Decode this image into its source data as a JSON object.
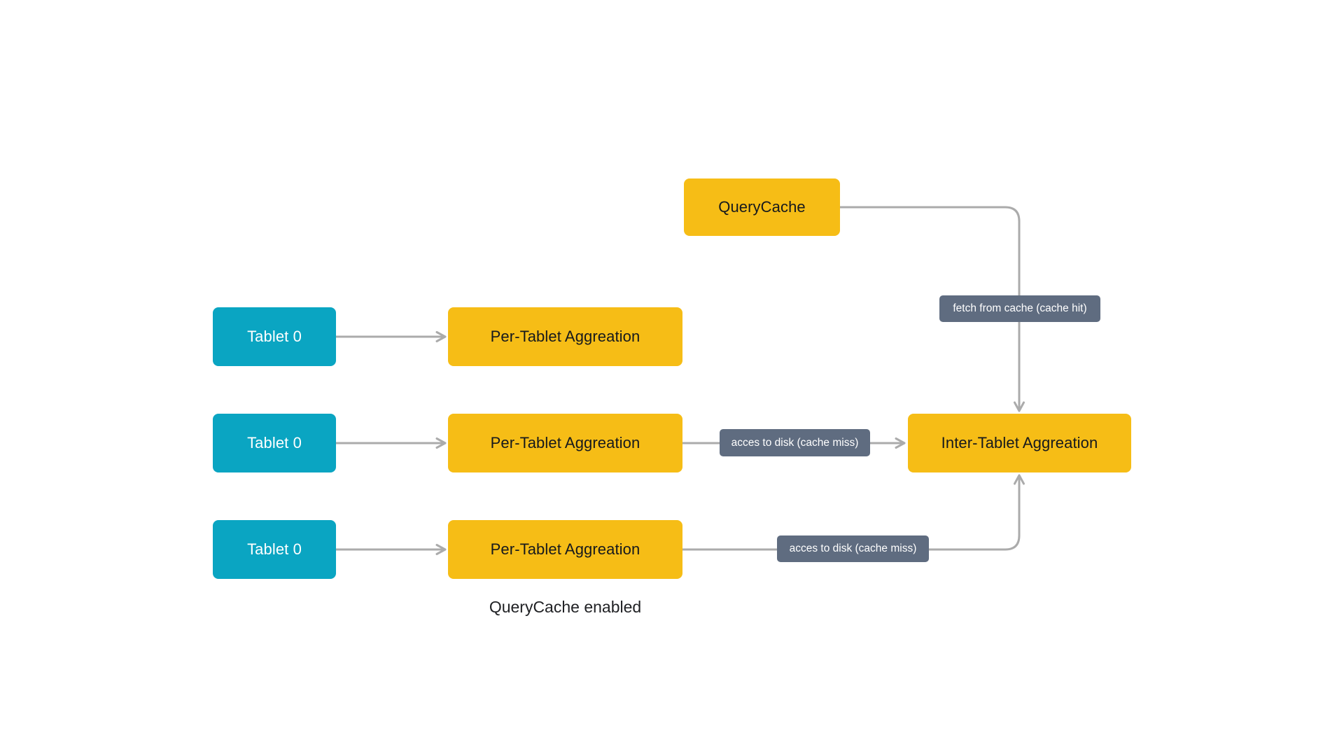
{
  "caption": "QueryCache enabled",
  "nodes": {
    "tablet1": {
      "label": "Tablet 0"
    },
    "tablet2": {
      "label": "Tablet 0"
    },
    "tablet3": {
      "label": "Tablet 0"
    },
    "pertablet1": {
      "label": "Per-Tablet Aggreation"
    },
    "pertablet2": {
      "label": "Per-Tablet Aggreation"
    },
    "pertablet3": {
      "label": "Per-Tablet Aggreation"
    },
    "querycache": {
      "label": "QueryCache"
    },
    "intertablet": {
      "label": "Inter-Tablet Aggreation"
    }
  },
  "edge_labels": {
    "cache_hit": "fetch from cache (cache hit)",
    "cache_miss_mid": "acces to disk (cache miss)",
    "cache_miss_bottom": "acces to disk (cache miss)"
  },
  "colors": {
    "node_teal": "#0AA5C2",
    "node_yellow": "#F6BD16",
    "edge_label_bg": "#5F6C80",
    "edge_line": "#ABABAB"
  }
}
